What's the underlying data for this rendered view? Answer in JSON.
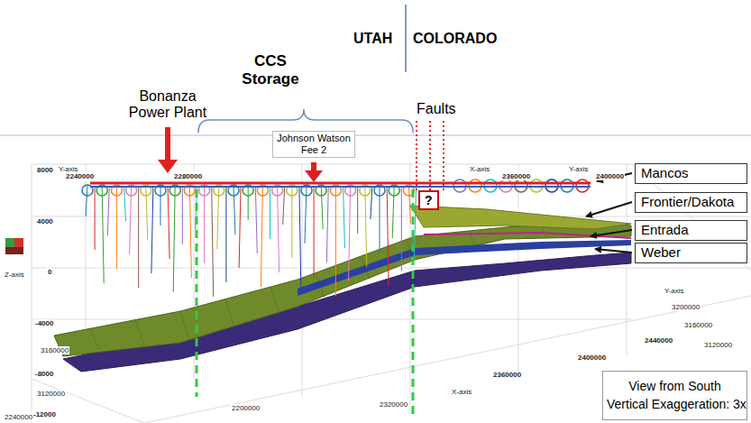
{
  "diagram": {
    "nodes": [
      {
        "text": [
          "Johnson Watson Fee 2"
        ]
      },
      {
        "text": [
          "?"
        ]
      },
      {
        "text": [
          "Mancos"
        ]
      },
      {
        "text": [
          "Frontier/Dakota"
        ]
      },
      {
        "text": [
          "Entrada"
        ]
      },
      {
        "text": [
          "Weber"
        ]
      },
      {
        "text": [
          "View from South",
          "Vertical Exaggeration: 3x"
        ]
      }
    ],
    "labels": [
      "UTAH",
      "COLORADO",
      "CCS Storage",
      "Bonanza Power Plant",
      "Faults",
      "Y-axis",
      "2240000",
      "2280000",
      "X-axis",
      "2360000",
      "Y-axis",
      "2400000",
      "8000",
      "4000",
      "0",
      "-4000",
      "-8000",
      "-12000",
      "Z-axis",
      "3160000",
      "3120000",
      "2240000",
      "2200000",
      "2320000",
      "X-axis",
      "2360000",
      "2400000",
      "2440000",
      "Y-axis",
      "3200000",
      "3160000",
      "3120000"
    ]
  }
}
